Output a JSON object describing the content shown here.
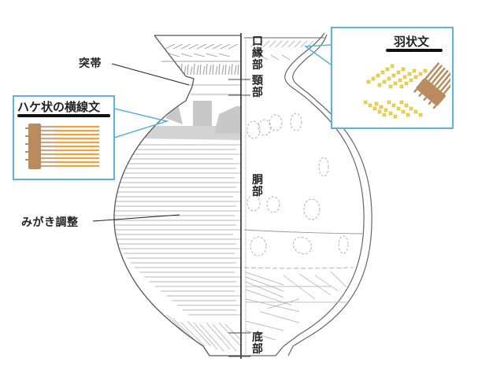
{
  "labels": {
    "toutai": "突帯",
    "migaki": "みがき調整"
  },
  "zones": {
    "rim": "口縁部",
    "neck": "頸部",
    "body": "胴部",
    "base": "底部"
  },
  "callouts": {
    "hake": {
      "title": "ハケ状の横線文",
      "border_color": "#5bb4d6",
      "brush_color": "#b98b5e",
      "line_color": "#f0a040"
    },
    "hane": {
      "title": "羽状文",
      "border_color": "#5bb4d6",
      "brush_color": "#b98b5e",
      "dot_color": "#f1d648"
    }
  },
  "colors": {
    "outline": "#555555",
    "hatch": "#9a9a9a",
    "shade": "#c8c8c8",
    "leader": "#222222"
  }
}
